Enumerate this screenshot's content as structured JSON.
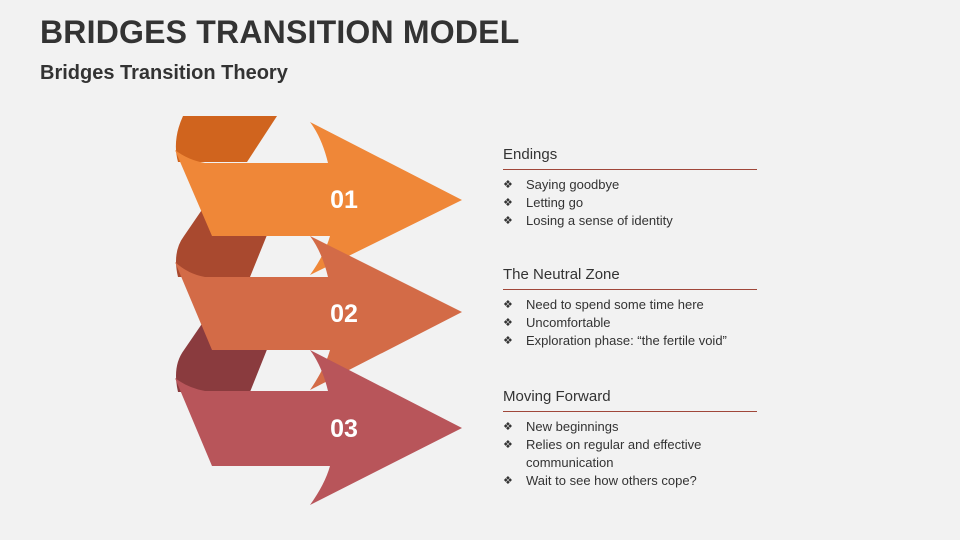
{
  "header": {
    "title": "BRIDGES TRANSITION MODEL",
    "subtitle": "Bridges Transition Theory"
  },
  "colors": {
    "arrow1": "#ef8738",
    "arrow1_fold": "#d0641e",
    "arrow2": "#d36b47",
    "arrow2_fold": "#a9492f",
    "arrow3": "#b8555a",
    "arrow3_fold": "#8a3b3e",
    "divider": "#a0473a"
  },
  "steps": [
    {
      "number": "01",
      "title": "Endings",
      "bullets": [
        "Saying goodbye",
        "Letting go",
        "Losing a sense of identity"
      ]
    },
    {
      "number": "02",
      "title": "The Neutral Zone",
      "bullets": [
        "Need to spend some time here",
        "Uncomfortable",
        "Exploration phase: “the fertile void”"
      ]
    },
    {
      "number": "03",
      "title": "Moving Forward",
      "bullets": [
        "New beginnings",
        "Relies on regular and effective communication",
        "Wait to see how others cope?"
      ]
    }
  ],
  "bullet_icon": "diamond-bullet-icon"
}
